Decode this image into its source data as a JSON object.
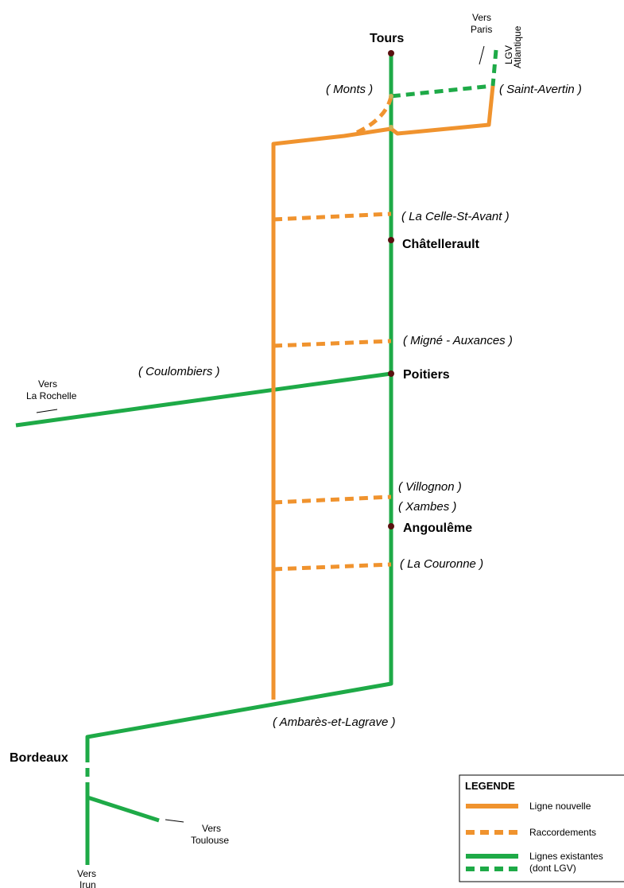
{
  "colors": {
    "new_line": "#f0932e",
    "existing_line": "#1eaa47",
    "station": "#5a1010",
    "text": "#000000"
  },
  "cities": {
    "tours": "Tours",
    "chatellerault": "Châtellerault",
    "poitiers": "Poitiers",
    "angouleme": "Angoulême",
    "bordeaux": "Bordeaux"
  },
  "junctions": {
    "monts": "( Monts )",
    "saint_avertin": "( Saint-Avertin )",
    "la_celle": "( La Celle-St-Avant )",
    "migne": "( Migné - Auxances )",
    "coulombiers": "( Coulombiers )",
    "villognon": "( Villognon )",
    "xambes": "( Xambes )",
    "la_couronne": "( La Couronne )",
    "ambares": "( Ambarès-et-Lagrave )"
  },
  "directions": {
    "paris": [
      "Vers",
      "Paris"
    ],
    "lgv_atlantique": [
      "LGV",
      "Atlantique"
    ],
    "la_rochelle": [
      "Vers",
      "La Rochelle"
    ],
    "toulouse": [
      "Vers",
      "Toulouse"
    ],
    "irun": [
      "Vers",
      "Irun"
    ]
  },
  "legend": {
    "title": "LEGENDE",
    "new_line": "Ligne nouvelle",
    "connections": "Raccordements",
    "existing": [
      "Lignes existantes",
      "(dont LGV)"
    ]
  }
}
